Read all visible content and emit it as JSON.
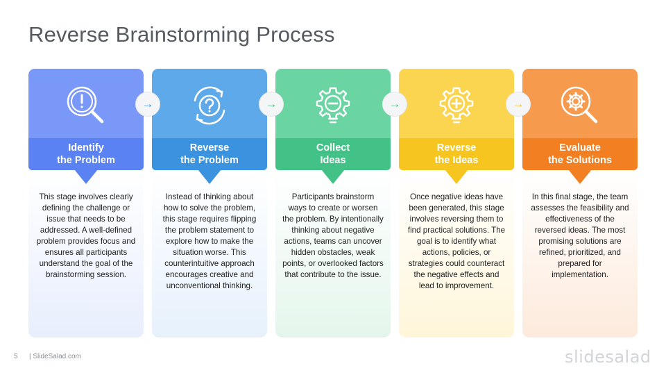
{
  "slide": {
    "title": "Reverse Brainstorming Process",
    "page_number": "5",
    "site": "| SlideSalad.com",
    "brand": "slidesalad"
  },
  "stages": [
    {
      "title_line1": "Identify",
      "title_line2": "the Problem",
      "icon": "magnifier-exclamation-icon",
      "color_top": "#7a98f7",
      "color_band": "#5b82f2",
      "color_body": "#eef2fd",
      "description": "This stage involves clearly defining the challenge or issue that needs to be addressed. A well-defined problem provides focus and ensures all participants understand the goal of the brainstorming session."
    },
    {
      "title_line1": "Reverse",
      "title_line2": "the Problem",
      "icon": "cycle-question-icon",
      "color_top": "#5ea9ea",
      "color_band": "#3b93e0",
      "color_body": "#eaf4fd",
      "description": "Instead of thinking about how to solve the problem, this stage requires flipping the problem statement to explore how to make the situation worse. This counterintuitive approach encourages creative and unconventional thinking."
    },
    {
      "title_line1": "Collect",
      "title_line2": "Ideas",
      "icon": "gear-bulb-minus-icon",
      "color_top": "#6ad4a2",
      "color_band": "#42c287",
      "color_body": "#eaf8f1",
      "description": "Participants brainstorm ways to create or worsen the problem. By intentionally thinking about negative actions, teams can uncover hidden obstacles, weak points, or overlooked factors that contribute to the issue."
    },
    {
      "title_line1": "Reverse",
      "title_line2": "the Ideas",
      "icon": "gear-bulb-plus-icon",
      "color_top": "#fbd54f",
      "color_band": "#f6c51f",
      "color_body": "#fffae6",
      "description": "Once negative ideas have been generated, this stage involves reversing them to find practical solutions. The goal is to identify what actions, policies, or strategies could counteract the negative effects and lead to improvement."
    },
    {
      "title_line1": "Evaluate",
      "title_line2": "the Solutions",
      "icon": "magnifier-gear-icon",
      "color_top": "#f69a4e",
      "color_band": "#f27f22",
      "color_body": "#fdf0e7",
      "description": "In this final stage, the team assesses the feasibility and effectiveness of the reversed ideas. The most promising solutions are refined, prioritized, and prepared for implementation."
    }
  ],
  "arrows": [
    {
      "glyph": "→",
      "color": "#3b93e0"
    },
    {
      "glyph": "→",
      "color": "#42c287"
    },
    {
      "glyph": "→",
      "color": "#42c287"
    },
    {
      "glyph": "→",
      "color": "#f6c51f"
    }
  ]
}
